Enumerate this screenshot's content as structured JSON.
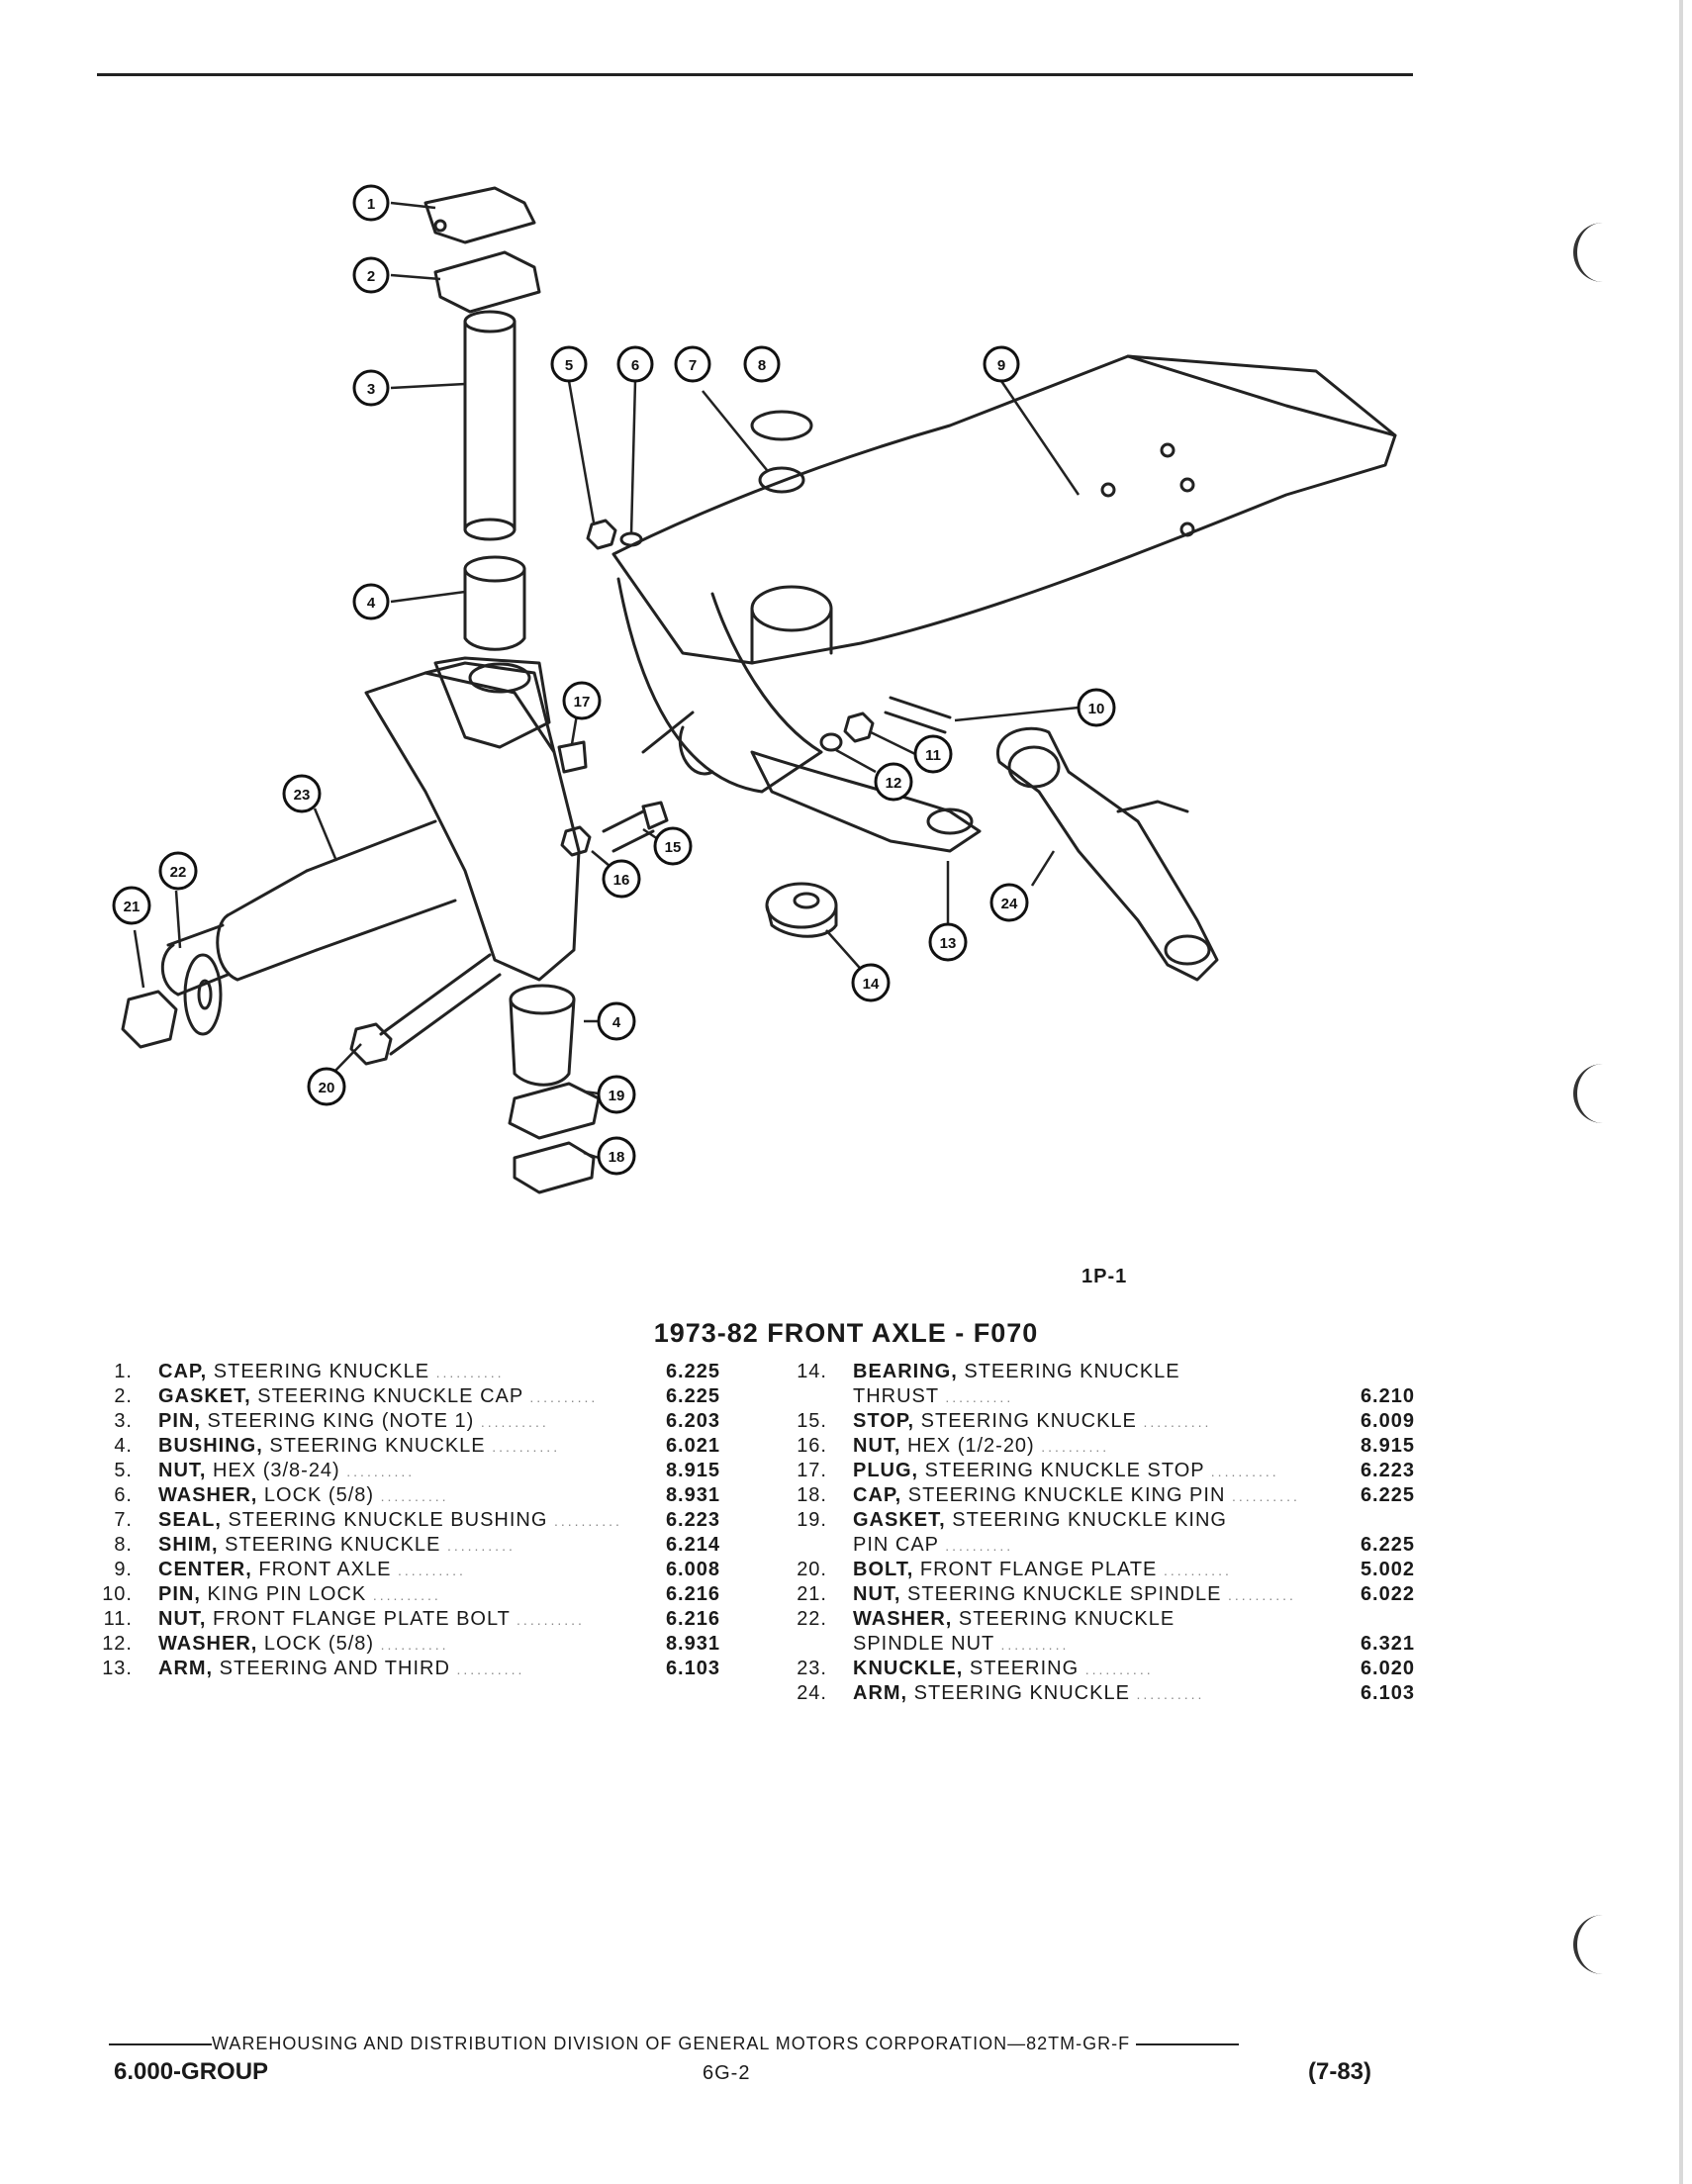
{
  "diagram": {
    "callouts": [
      "1",
      "2",
      "3",
      "4",
      "5",
      "6",
      "7",
      "8",
      "9",
      "10",
      "11",
      "12",
      "13",
      "14",
      "15",
      "16",
      "17",
      "18",
      "19",
      "20",
      "21",
      "22",
      "23",
      "24",
      "4"
    ]
  },
  "ref_code": "1P-1",
  "title": "1973-82 FRONT AXLE - F070",
  "parts_left": [
    {
      "num": "1.",
      "bold": "CAP,",
      "rest": " STEERING KNUCKLE",
      "code": "6.225"
    },
    {
      "num": "2.",
      "bold": "GASKET,",
      "rest": " STEERING KNUCKLE CAP",
      "code": "6.225"
    },
    {
      "num": "3.",
      "bold": "PIN,",
      "rest": " STEERING KING (NOTE 1)",
      "code": "6.203"
    },
    {
      "num": "4.",
      "bold": "BUSHING,",
      "rest": " STEERING KNUCKLE",
      "code": "6.021"
    },
    {
      "num": "5.",
      "bold": "NUT,",
      "rest": " HEX (3/8-24)",
      "code": "8.915"
    },
    {
      "num": "6.",
      "bold": "WASHER,",
      "rest": " LOCK (5/8)",
      "code": "8.931"
    },
    {
      "num": "7.",
      "bold": "SEAL,",
      "rest": " STEERING KNUCKLE BUSHING",
      "code": "6.223"
    },
    {
      "num": "8.",
      "bold": "SHIM,",
      "rest": " STEERING KNUCKLE",
      "code": "6.214"
    },
    {
      "num": "9.",
      "bold": "CENTER,",
      "rest": " FRONT AXLE",
      "code": "6.008"
    },
    {
      "num": "10.",
      "bold": "PIN,",
      "rest": " KING PIN LOCK",
      "code": "6.216"
    },
    {
      "num": "11.",
      "bold": "NUT,",
      "rest": " FRONT FLANGE PLATE BOLT",
      "code": "6.216"
    },
    {
      "num": "12.",
      "bold": "WASHER,",
      "rest": " LOCK (5/8)",
      "code": "8.931"
    },
    {
      "num": "13.",
      "bold": "ARM,",
      "rest": " STEERING AND THIRD",
      "code": "6.103"
    }
  ],
  "parts_right": [
    {
      "num": "14.",
      "bold": "BEARING,",
      "rest": " STEERING KNUCKLE",
      "line2": "THRUST",
      "code": "6.210"
    },
    {
      "num": "15.",
      "bold": "STOP,",
      "rest": " STEERING KNUCKLE",
      "code": "6.009"
    },
    {
      "num": "16.",
      "bold": "NUT,",
      "rest": " HEX (1/2-20)",
      "code": "8.915"
    },
    {
      "num": "17.",
      "bold": "PLUG,",
      "rest": " STEERING KNUCKLE STOP",
      "code": "6.223"
    },
    {
      "num": "18.",
      "bold": "CAP,",
      "rest": " STEERING KNUCKLE KING PIN",
      "code": "6.225"
    },
    {
      "num": "19.",
      "bold": "GASKET,",
      "rest": " STEERING KNUCKLE KING",
      "line2": "PIN CAP",
      "code": "6.225"
    },
    {
      "num": "20.",
      "bold": "BOLT,",
      "rest": " FRONT FLANGE PLATE",
      "code": "5.002"
    },
    {
      "num": "21.",
      "bold": "NUT,",
      "rest": " STEERING KNUCKLE SPINDLE",
      "code": "6.022"
    },
    {
      "num": "22.",
      "bold": "WASHER,",
      "rest": " STEERING KNUCKLE",
      "line2": "SPINDLE NUT",
      "code": "6.321"
    },
    {
      "num": "23.",
      "bold": "KNUCKLE,",
      "rest": " STEERING",
      "code": "6.020"
    },
    {
      "num": "24.",
      "bold": "ARM,",
      "rest": " STEERING KNUCKLE",
      "code": "6.103"
    }
  ],
  "footer": {
    "division": "WAREHOUSING AND DISTRIBUTION  DIVISION OF GENERAL MOTORS CORPORATION—82TM-GR-F",
    "group": "6.000-GROUP",
    "page": "6G-2",
    "date": "(7-83)"
  }
}
